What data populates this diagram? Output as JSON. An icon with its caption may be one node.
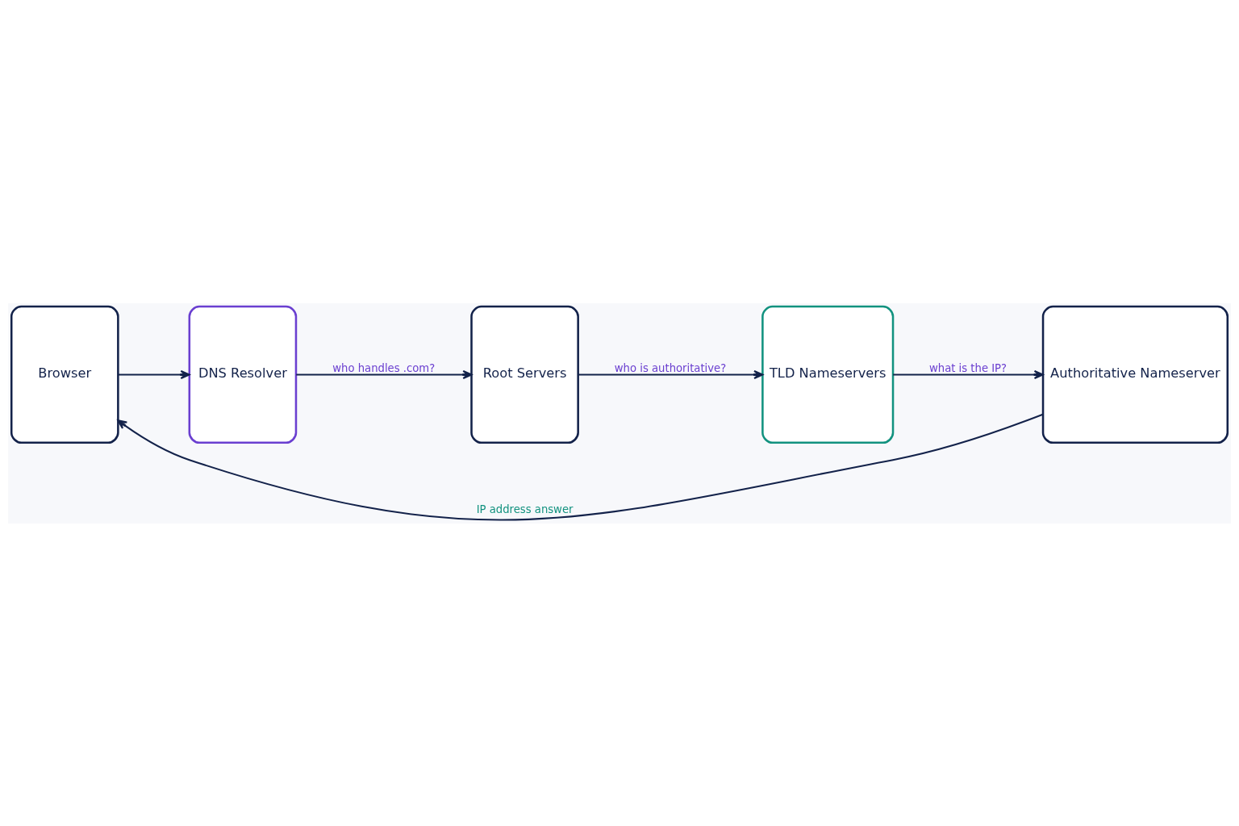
{
  "diagram": {
    "nodes": [
      {
        "text": [
          "Browser"
        ]
      },
      {
        "text": [
          "DNS Resolver"
        ]
      },
      {
        "text": [
          "Root Servers"
        ]
      },
      {
        "text": [
          "TLD Nameservers"
        ]
      },
      {
        "text": [
          "Authoritative Nameserver"
        ]
      }
    ],
    "edges": [
      {
        "from": 0,
        "to": 1,
        "arrow": "to"
      },
      {
        "from": 1,
        "to": 2,
        "arrow": "to",
        "label": "who handles .com?"
      },
      {
        "from": 2,
        "to": 3,
        "arrow": "to",
        "label": "who is authoritative?"
      },
      {
        "from": 3,
        "to": 4,
        "arrow": "to",
        "label": "what is the IP?"
      },
      {
        "from": 4,
        "to": 0,
        "arrow": "to",
        "label": "IP address answer"
      }
    ]
  }
}
